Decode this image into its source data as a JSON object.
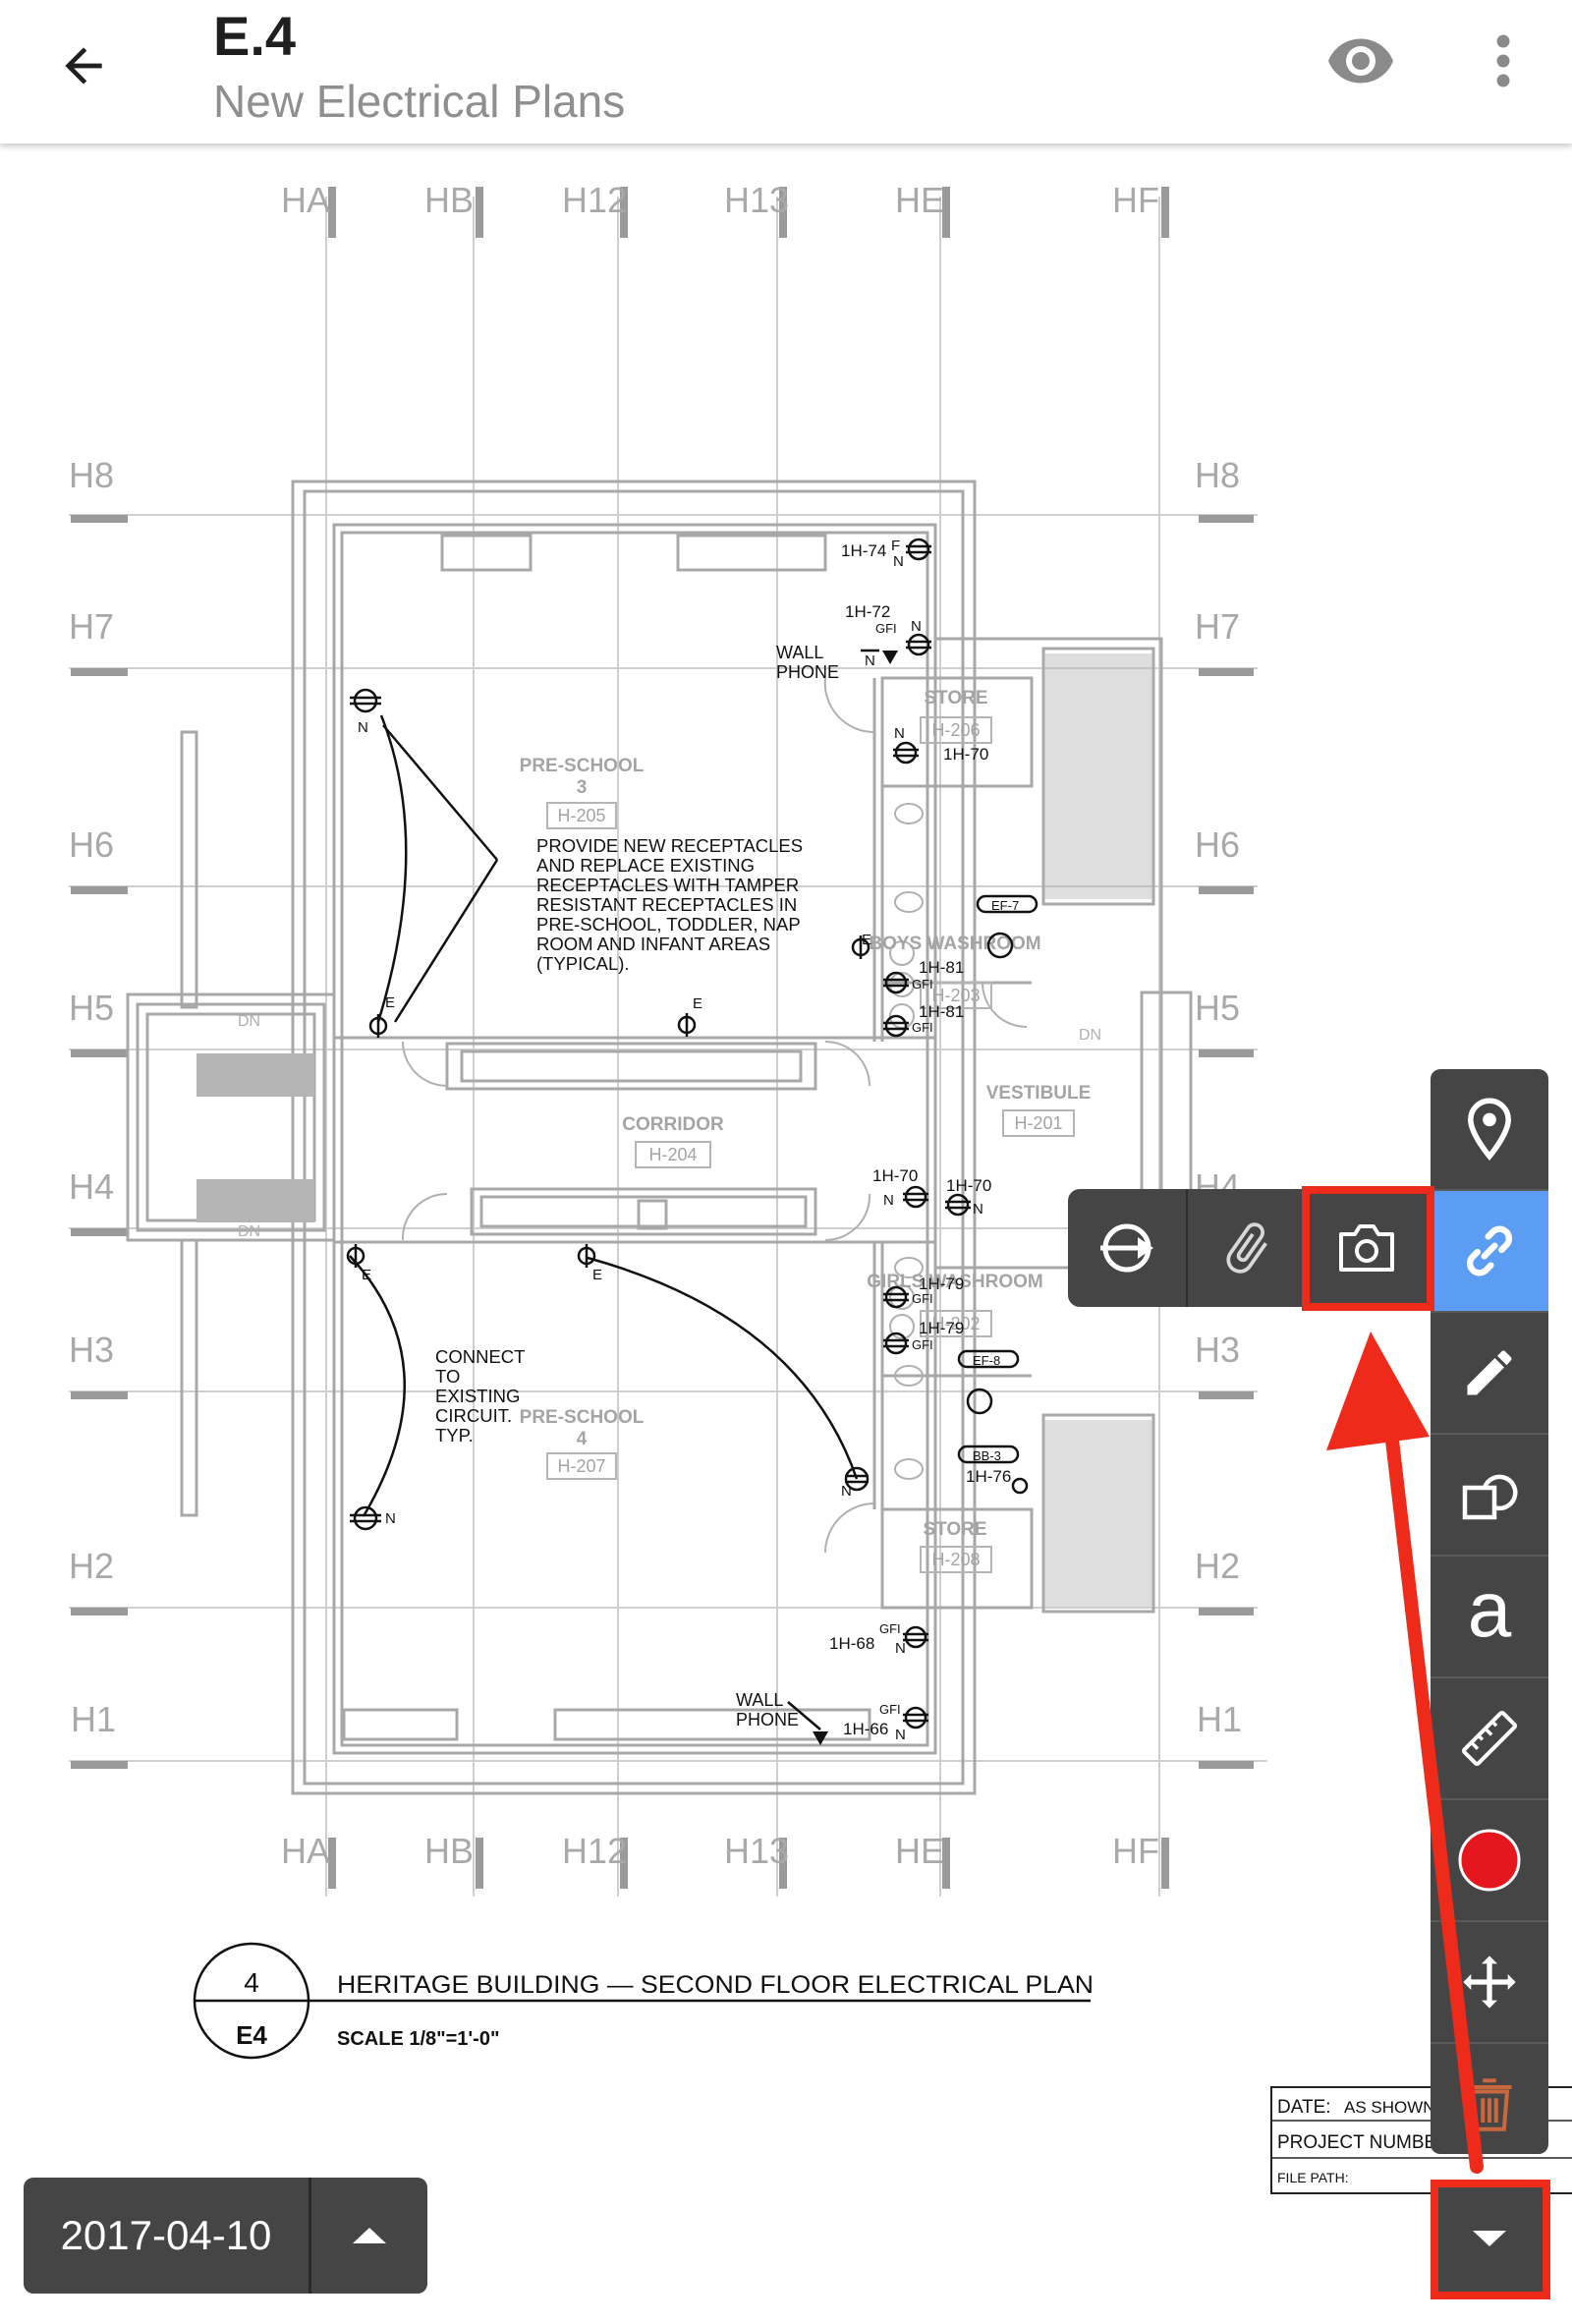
{
  "header": {
    "title": "E.4",
    "subtitle": "New Electrical Plans"
  },
  "drawing": {
    "column_grid": [
      "HA",
      "HB",
      "H12",
      "H13",
      "HE",
      "HF"
    ],
    "row_grid": [
      "H8",
      "H7",
      "H6",
      "H5",
      "H4",
      "H3",
      "H2",
      "H1"
    ],
    "rooms": [
      {
        "name": "PRE-SCHOOL",
        "number": "3",
        "tag": "H-205"
      },
      {
        "name": "STORE",
        "tag": "H-206"
      },
      {
        "name": "BOYS WASHROOM",
        "tag": "H-203"
      },
      {
        "name": "CORRIDOR",
        "tag": "H-204"
      },
      {
        "name": "VESTIBULE",
        "tag": "H-201"
      },
      {
        "name": "GIRLS WASHROOM",
        "tag": "H-202"
      },
      {
        "name": "PRE-SCHOOL",
        "number": "4",
        "tag": "H-207"
      },
      {
        "name": "STORE",
        "tag": "H-208"
      }
    ],
    "notes": {
      "receptacles": [
        "PROVIDE NEW RECEPTACLES",
        "AND REPLACE EXISTING",
        "RECEPTACLES WITH TAMPER",
        "RESISTANT RECEPTACLES IN",
        "PRE-SCHOOL, TODDLER, NAP",
        "ROOM AND INFANT AREAS",
        "(TYPICAL)."
      ],
      "connect": [
        "CONNECT",
        "TO",
        "EXISTING",
        "CIRCUIT.",
        "TYP."
      ],
      "wall_phone_1": [
        "WALL",
        "PHONE"
      ],
      "wall_phone_2": [
        "WALL",
        "PHONE"
      ]
    },
    "circuits": {
      "c74": "1H-74",
      "c72": "1H-72",
      "c70a": "1H-70",
      "c81a": "1H-81",
      "c81b": "1H-81",
      "c70b": "1H-70",
      "c70c": "1H-70",
      "c79a": "1H-79",
      "c79b": "1H-79",
      "c76": "1H-76",
      "c68": "1H-68",
      "c66": "1H-66"
    },
    "symbols": {
      "ef7": "EF-7",
      "ef8": "EF-8",
      "bb3": "BB-3",
      "gfi": "GFI",
      "n": "N",
      "e": "E",
      "f": "F",
      "dn": "DN"
    },
    "title_block": {
      "detail_number": "4",
      "sheet": "E4",
      "title": "HERITAGE BUILDING — SECOND FLOOR ELECTRICAL PLAN",
      "scale": "SCALE 1/8\"=1'-0\"",
      "date_label": "DATE:",
      "date_value": "AS SHOWN",
      "project_number": "PROJECT NUMBER",
      "file_path": "FILE PATH:"
    }
  },
  "toolbar": {
    "tools": [
      "map-pin",
      "link",
      "pencil",
      "shapes",
      "text",
      "ruler",
      "color-red",
      "move",
      "trash"
    ],
    "active": "link",
    "text_tool_label": "a",
    "sub_tools": [
      "link-target",
      "attachment",
      "camera"
    ]
  },
  "date_chip": {
    "date": "2017-04-10"
  },
  "colors": {
    "toolbar": "#454545",
    "active": "#5a9df2",
    "highlight": "#ee2b1b",
    "record": "#e5161e"
  }
}
